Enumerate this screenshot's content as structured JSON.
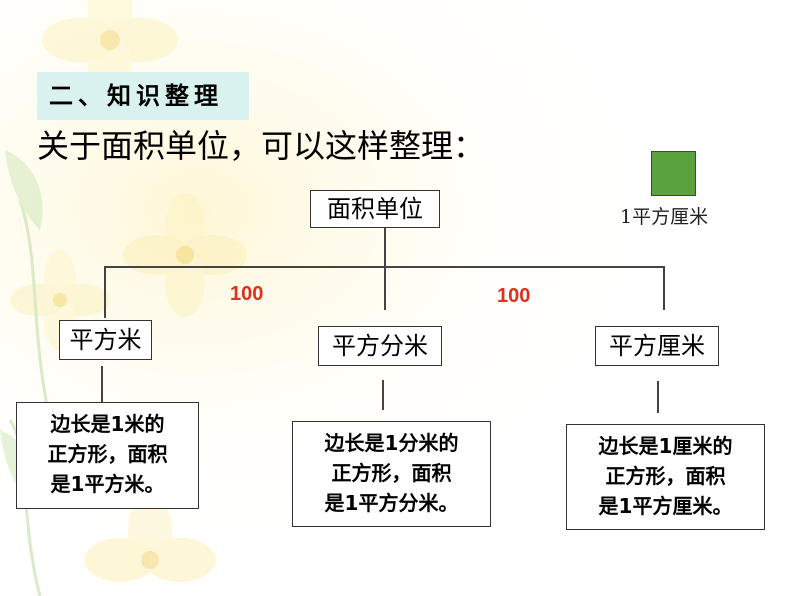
{
  "section_label": "二、知识整理",
  "heading": "关于面积单位，可以这样整理：",
  "root_node": "面积单位",
  "factors": [
    "100",
    "100"
  ],
  "units": [
    {
      "name": "平方米",
      "desc": [
        "边长是1米的",
        "正方形，面积",
        "是1平方米。"
      ]
    },
    {
      "name": "平方分米",
      "desc": [
        "边长是1分米的",
        "正方形，面积",
        "是1平方分米。"
      ]
    },
    {
      "name": "平方厘米",
      "desc": [
        "边长是1厘米的",
        "正方形，面积",
        "是1平方厘米。"
      ]
    }
  ],
  "legend": {
    "label": "1平方厘米",
    "color": "#5aa33e"
  }
}
